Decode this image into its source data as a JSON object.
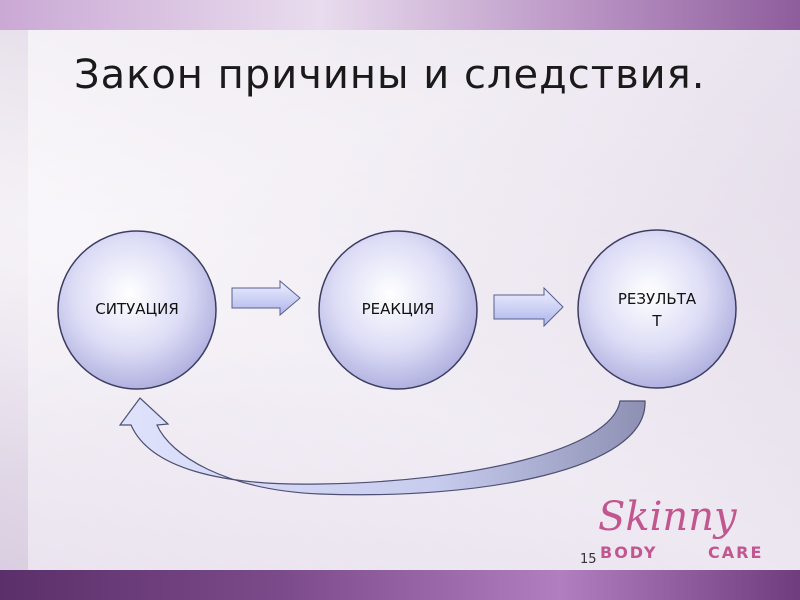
{
  "title": "Закон причины и следствия.",
  "nodes": [
    {
      "id": "situation",
      "label": "СИТУАЦИЯ"
    },
    {
      "id": "reaction",
      "label": "РЕАКЦИЯ"
    },
    {
      "id": "result",
      "label_line1": "РЕЗУЛЬТА",
      "label_line2": "Т"
    }
  ],
  "logo": {
    "script": "Skinny",
    "body": "BODY",
    "care": "CARE"
  },
  "page_number": "15",
  "colors": {
    "node_fill": "#c9c9f0",
    "node_stroke": "#3d3d63",
    "arrow_fill": "#c3c8f0",
    "logo_pink": "#c2568e"
  }
}
